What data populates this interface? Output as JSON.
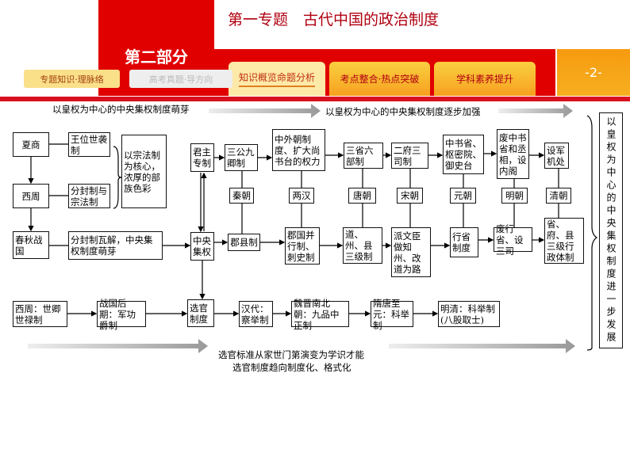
{
  "header": {
    "part": "第二部分",
    "title": "第一专题　古代中国的政治制度",
    "tabs": [
      "知识概览命题分析",
      "考点整合·热点突破",
      "学科素养提升"
    ],
    "page": "-2-"
  },
  "subtabs": [
    "专题知识·理脉络",
    "高考真题·导方向"
  ],
  "arrows": {
    "top1": "以皇权为中心的中央集权制度萌芽",
    "top2": "以皇权为中心的中央集权制度逐步加强",
    "bottom1": "选官标准从家世门第演变为学识才能",
    "bottom2": "选官制度趋向制度化、格式化"
  },
  "boxes": {
    "xiashang": "夏商",
    "wangwei": "王位世袭制",
    "zongfa_note": "以宗法制为核心，浓厚的部族色彩",
    "xizhou": "西周",
    "fenfeng": "分封制与宗法制",
    "chunqiu": "春秋战国",
    "wajie": "分封制瓦解，中央集权制度萌芽",
    "junzhu": "君主专制",
    "zhongyang": "中央集权",
    "sangong": "三公九卿制",
    "qin": "秦朝",
    "junxian": "郡县制",
    "zhongwai": "中外朝制度、扩大尚书台的权力",
    "lianghan": "两汉",
    "junguo": "郡国并行制、刺史制",
    "sansheng": "三省六部制",
    "tang": "唐朝",
    "daozhou": "道、州、县三级制",
    "erfu": "二府三司制",
    "song": "宋朝",
    "paiwen": "派文臣做知州、改道为路",
    "zhongshu": "中书省、枢密院、御史台",
    "yuan": "元朝",
    "xingsheng": "行省制度",
    "feizhong": "废中书省和丞相，设内阁",
    "ming": "明朝",
    "feixing": "废行省、设三司",
    "junji": "设军机处",
    "qing": "清朝",
    "shengfu": "省、府、县三级行政体制",
    "summary": "以皇权为中心的中央集权制度进一步发展",
    "xuan_xizhou": "西周：世卿世禄制",
    "xuan_zhanguo": "战国后期：军功爵制",
    "xuanguan": "选官制度",
    "xuan_han": "汉代：察举制",
    "xuan_wei": "魏晋南北朝：九品中正制",
    "xuan_sui": "隋唐至元：科举制",
    "xuan_ming": "明清：科举制(八股取士)"
  }
}
